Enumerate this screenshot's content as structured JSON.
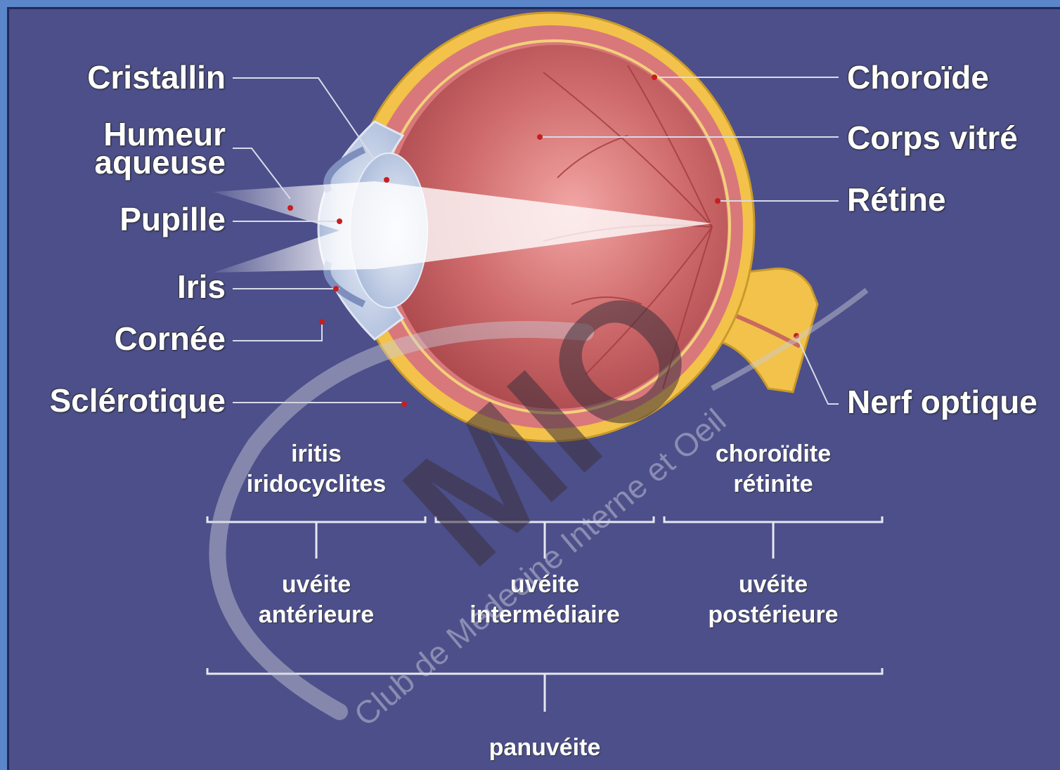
{
  "eye_labels_left": {
    "cristallin": "Cristallin",
    "humeur_aqueuse": "Humeur\naqueuse",
    "pupille": "Pupille",
    "iris": "Iris",
    "cornee": "Cornée",
    "sclerotique": "Sclérotique"
  },
  "eye_labels_right": {
    "choroide": "Choroïde",
    "corps_vitre": "Corps vitré",
    "retine": "Rétine",
    "nerf_optique": "Nerf optique"
  },
  "classification": {
    "anterior_site": "iritis\niridocyclites",
    "posterior_site": "choroïdite\nrétinite",
    "anterior": "uvéite\nantérieure",
    "intermediate": "uvéite\nintermédiaire",
    "posterior": "uvéite\npostérieure",
    "total": "panuvéite"
  },
  "watermark": {
    "logo": "MIO",
    "text": "Club de Médecine Interne et Oeil"
  },
  "colors": {
    "background": "#4c4f8a",
    "sclera": "#f2c24a",
    "choroid": "#d9787a",
    "vitreous": "#b85a5e",
    "label": "#ffffff"
  }
}
